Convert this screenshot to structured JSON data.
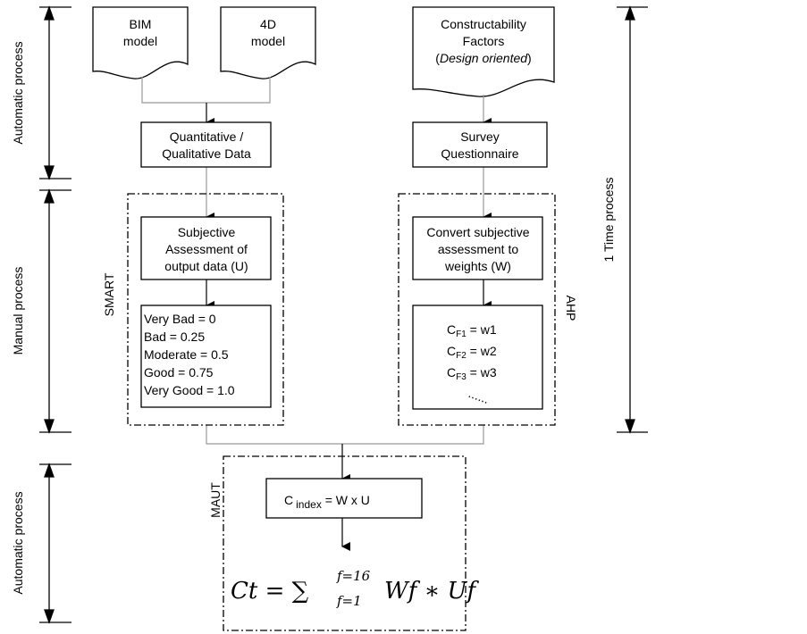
{
  "left_labels": {
    "top": "Automatic process",
    "middle": "Manual process",
    "bottom": "Automatic process"
  },
  "right_label": "1 Time process",
  "docs": {
    "bim": [
      "BIM",
      "model"
    ],
    "fourd": [
      "4D",
      "model"
    ],
    "cf": [
      "Constructability",
      "Factors",
      "Design oriented"
    ]
  },
  "boxes": {
    "quant": [
      "Quantitative /",
      "Qualitative Data"
    ],
    "survey": [
      "Survey",
      "Questionnaire"
    ],
    "subjective": [
      "Subjective",
      "Assessment of",
      "output data (U)"
    ],
    "convert": [
      "Convert subjective",
      "assessment to",
      "weights (W)"
    ],
    "ratings": [
      "Very Bad = 0",
      "Bad = 0.25",
      "Moderate = 0.5",
      "Good = 0.75",
      "Very Good = 1.0"
    ],
    "weights": [
      {
        "c": "C",
        "sub": "F1",
        "rest": " = w1"
      },
      {
        "c": "C",
        "sub": "F2",
        "rest": " = w2"
      },
      {
        "c": "C",
        "sub": "F3",
        "rest": " = w3"
      }
    ],
    "weights_more": "......",
    "cindex": {
      "c": "C",
      "sub": "index",
      "rest": " = W  x U"
    }
  },
  "groups": {
    "smart": "SMART",
    "ahp": "AHP",
    "maut": "MAUT"
  },
  "formula": {
    "lhs": "Ct = ",
    "sigma": "∑",
    "upper": "f=16",
    "lower": "f=1",
    "rhs": "Wf ∗ Uf"
  }
}
